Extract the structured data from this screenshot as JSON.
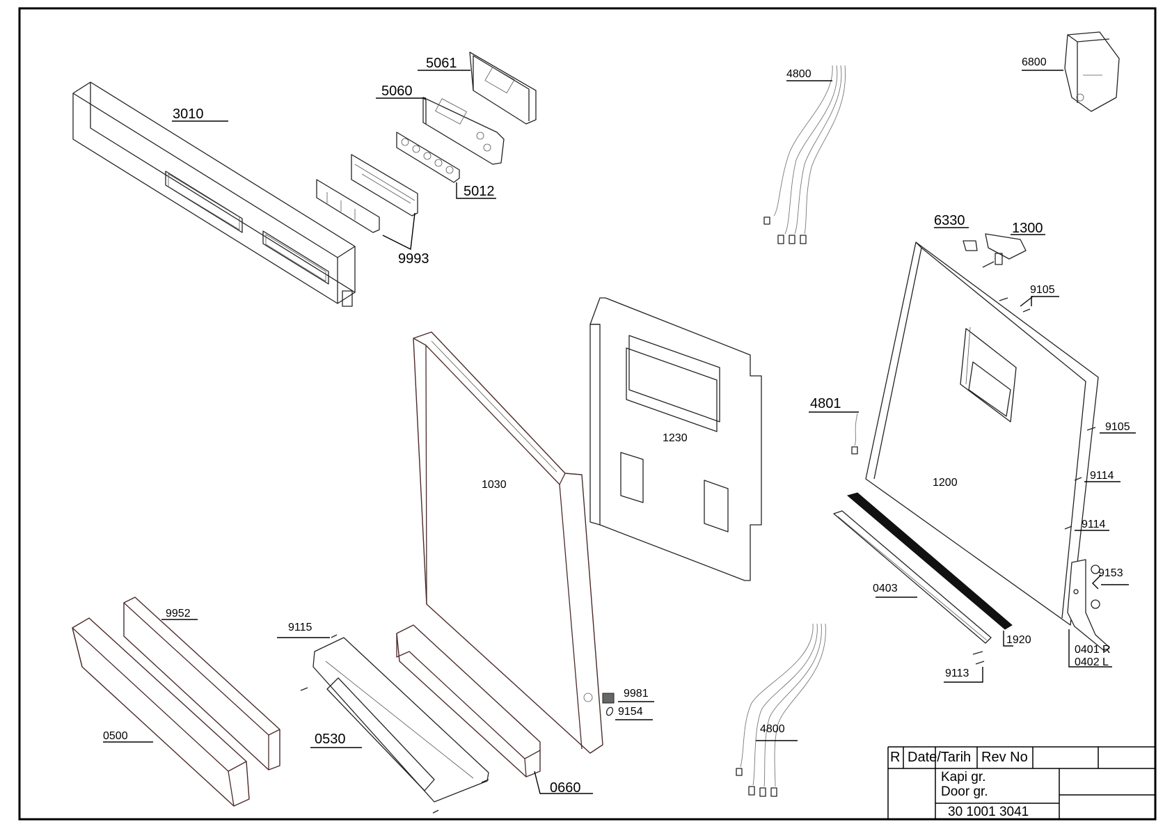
{
  "parts": {
    "p3010": "3010",
    "p5061": "5061",
    "p5060": "5060",
    "p5012": "5012",
    "p9993": "9993",
    "p4800_top": "4800",
    "p6800": "6800",
    "p6330": "6330",
    "p1300": "1300",
    "p9105_a": "9105",
    "p9105_b": "9105",
    "p4801": "4801",
    "p1230": "1230",
    "p1030": "1030",
    "p1200": "1200",
    "p9114_a": "9114",
    "p9114_b": "9114",
    "p9153": "9153",
    "p0403": "0403",
    "p1920": "1920",
    "p0401": "0401 R",
    "p0402": "0402 L",
    "p9113": "9113",
    "p9952": "9952",
    "p9115": "9115",
    "p0500": "0500",
    "p0530": "0530",
    "p0660": "0660",
    "p9981": "9981",
    "p9154": "9154",
    "p4800_bottom": "4800"
  },
  "title_block": {
    "rev_col": "R",
    "date_col": "Date/Tarih",
    "revno_col": "Rev No",
    "desc_tr": "Kapi gr.",
    "desc_en": "Door gr.",
    "drawing_no": "30 1001 3041"
  }
}
